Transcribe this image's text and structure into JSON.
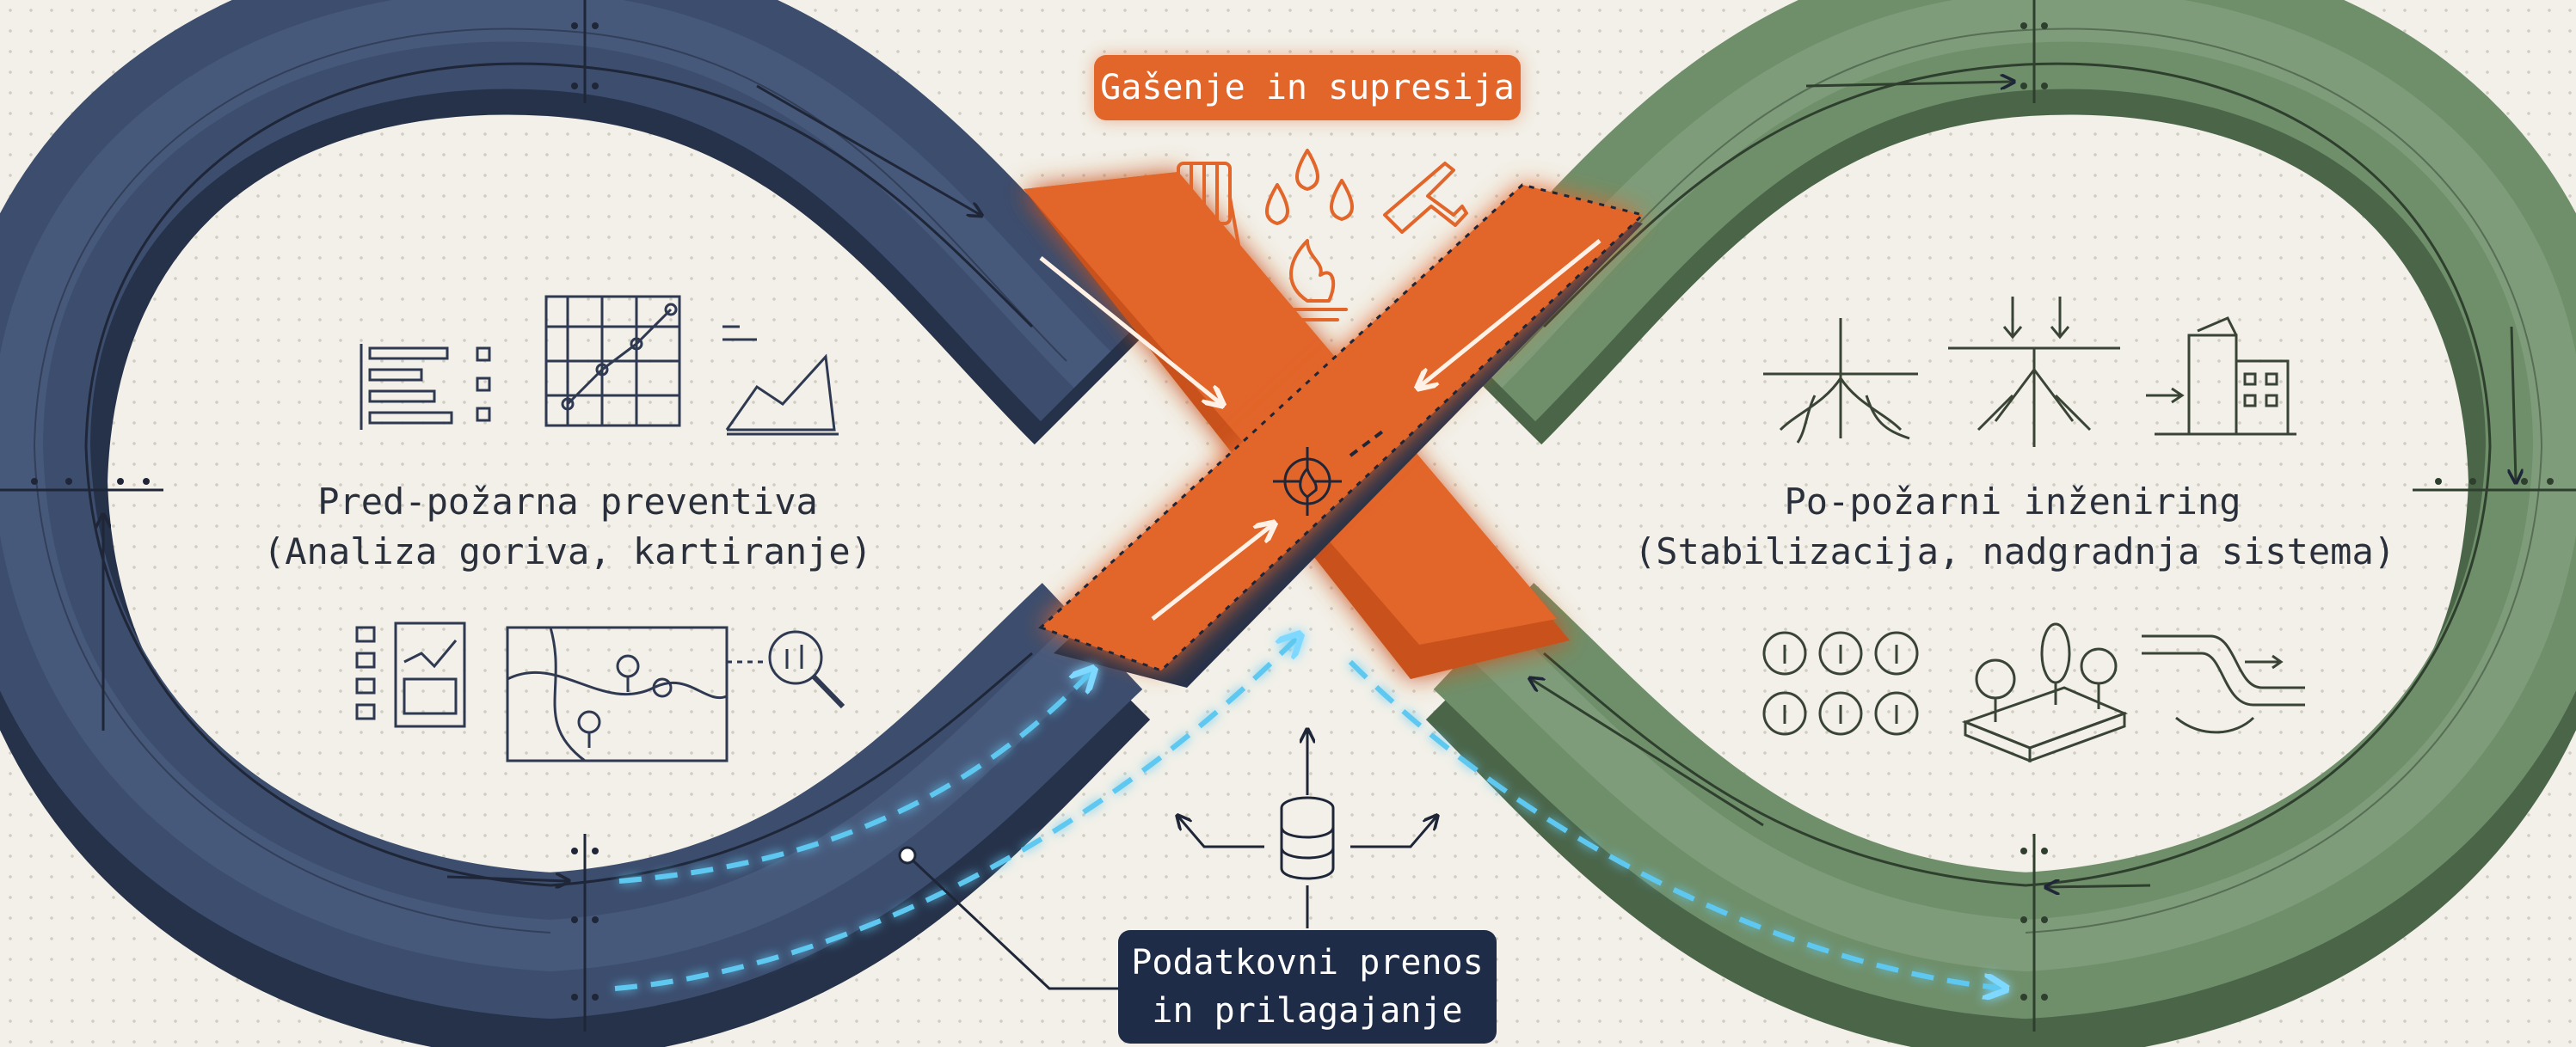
{
  "top_label": "Gašenje in supresija",
  "left_label": {
    "line1": "Pred-požarna preventiva",
    "line2": "(Analiza goriva, kartiranje)"
  },
  "right_label": {
    "line1": "Po-požarni inženiring",
    "line2": "(Stabilizacija, nadgradnja sistema)"
  },
  "bottom_label": {
    "line1": "Podatkovni prenos",
    "line2": "in prilagajanje"
  },
  "colors": {
    "left_loop": "#3c4d6e",
    "right_loop": "#6f8f6a",
    "crossing": "#e2652a",
    "data_flow": "#5ec8f0",
    "pill_dark": "#1f2c47",
    "background": "#f2f0e8"
  },
  "icons": {
    "top": [
      "fire-hose-icon",
      "water-drops-icon",
      "air-tanker-icon",
      "flame-icon"
    ],
    "left": [
      "bar-chart-icon",
      "grid-trend-icon",
      "line-graph-icon",
      "report-icon",
      "map-pins-icon",
      "magnifier-icon"
    ],
    "right": [
      "root-system-icon",
      "soil-infiltration-icon",
      "building-upgrade-icon",
      "seedlings-icon",
      "planted-terrain-icon",
      "water-channel-icon"
    ],
    "center": [
      "target-fire-icon",
      "database-icon"
    ]
  }
}
